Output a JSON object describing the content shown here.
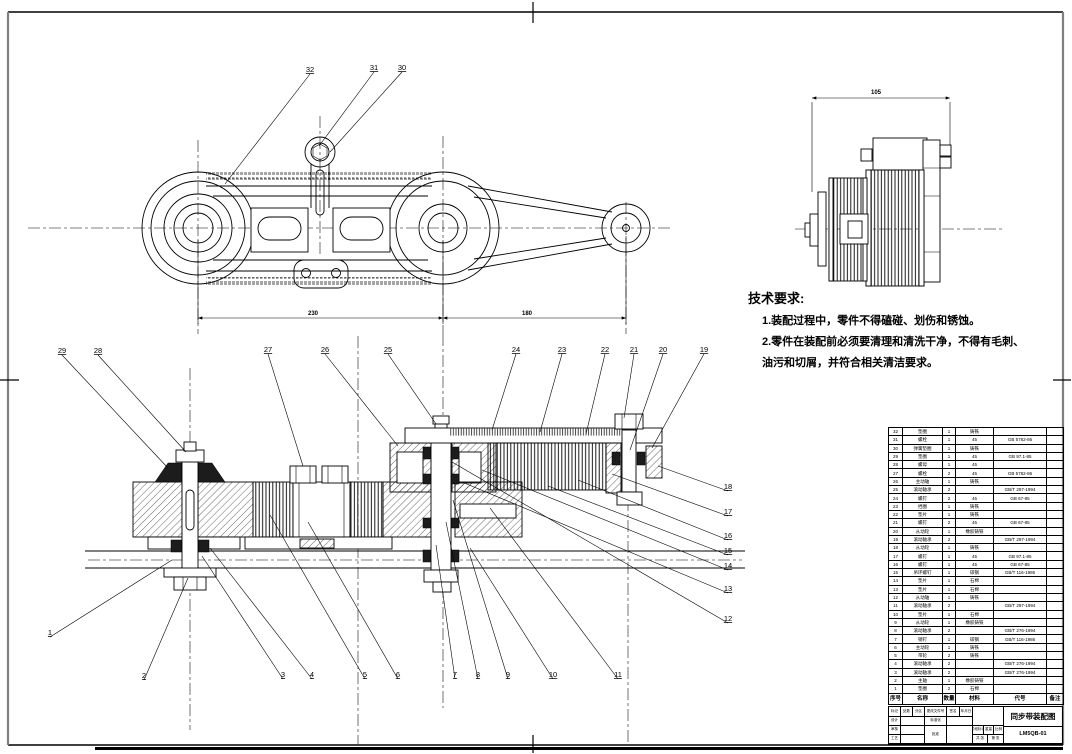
{
  "tech_requirements": {
    "heading": "技术要求:",
    "items": [
      "1.装配过程中，零件不得磕碰、划伤和锈蚀。",
      "2.零件在装配前必须要清理和清洗干净，不得有毛刺、",
      "油污和切屑，并符合相关清洁要求。"
    ]
  },
  "dimensions": {
    "top_left_span": "230",
    "top_right_span": "180",
    "side_width": "105"
  },
  "callouts": {
    "1": "1",
    "2": "2",
    "3": "3",
    "4": "4",
    "5": "5",
    "6": "6",
    "7": "7",
    "8": "8",
    "9": "9",
    "10": "10",
    "11": "11",
    "12": "12",
    "13": "13",
    "14": "14",
    "15": "15",
    "16": "16",
    "17": "17",
    "18": "18",
    "19": "19",
    "20": "20",
    "21": "21",
    "22": "22",
    "23": "23",
    "24": "24",
    "25": "25",
    "26": "26",
    "27": "27",
    "28": "28",
    "29": "29",
    "30": "30",
    "31": "31",
    "32": "32"
  },
  "bom": {
    "headers": [
      "序号",
      "名称",
      "数量",
      "材料",
      "代号",
      "备注"
    ],
    "rows": [
      [
        "32",
        "垫圈",
        "1",
        "铸铁",
        "",
        ""
      ],
      [
        "31",
        "螺栓",
        "1",
        "45",
        "GB 5782-86",
        ""
      ],
      [
        "30",
        "弹簧垫圈",
        "1",
        "铸铁",
        "",
        ""
      ],
      [
        "29",
        "垫圈",
        "1",
        "45",
        "GB 97.1-85",
        ""
      ],
      [
        "28",
        "螺母",
        "1",
        "45",
        "",
        ""
      ],
      [
        "27",
        "螺栓",
        "2",
        "45",
        "GB 5782-86",
        ""
      ],
      [
        "26",
        "主动轴",
        "1",
        "铸铁",
        "",
        ""
      ],
      [
        "25",
        "滚动轴承",
        "2",
        "",
        "GB/T 297-1994",
        ""
      ],
      [
        "24",
        "螺钉",
        "2",
        "45",
        "GB 67-85",
        ""
      ],
      [
        "23",
        "挡圈",
        "1",
        "铸铁",
        "",
        ""
      ],
      [
        "22",
        "垫片",
        "1",
        "铸铁",
        "",
        ""
      ],
      [
        "21",
        "螺钉",
        "2",
        "45",
        "GB 67-85",
        ""
      ],
      [
        "20",
        "从动轮",
        "1",
        "橡胶铸铁",
        "",
        ""
      ],
      [
        "19",
        "滚动轴承",
        "2",
        "",
        "GB/T 297-1994",
        ""
      ],
      [
        "18",
        "从动轮",
        "1",
        "铸铁",
        "",
        ""
      ],
      [
        "17",
        "螺钉",
        "1",
        "45",
        "GB 97.1-85",
        ""
      ],
      [
        "16",
        "螺钉",
        "1",
        "45",
        "GB 67-85",
        ""
      ],
      [
        "15",
        "吊环螺钉",
        "1",
        "碳钢",
        "GB/T 116-1986",
        ""
      ],
      [
        "14",
        "垫片",
        "1",
        "石棉",
        "",
        ""
      ],
      [
        "13",
        "垫片",
        "1",
        "石棉",
        "",
        ""
      ],
      [
        "12",
        "从动轴",
        "1",
        "铸铁",
        "",
        ""
      ],
      [
        "11",
        "滚动轴承",
        "2",
        "",
        "GB/T 297-1994",
        ""
      ],
      [
        "10",
        "垫片",
        "1",
        "石棉",
        "",
        ""
      ],
      [
        "9",
        "从动轮",
        "1",
        "橡胶铸铁",
        "",
        ""
      ],
      [
        "8",
        "滚动轴承",
        "2",
        "",
        "GB/T 276-1994",
        ""
      ],
      [
        "7",
        "销钉",
        "1",
        "碳钢",
        "GB/T 116-1986",
        ""
      ],
      [
        "6",
        "主动轮",
        "1",
        "铸铁",
        "",
        ""
      ],
      [
        "5",
        "带轮",
        "2",
        "铸铁",
        "",
        ""
      ],
      [
        "4",
        "滚动轴承",
        "2",
        "",
        "GB/T 276-1994",
        ""
      ],
      [
        "3",
        "滚动轴承",
        "2",
        "",
        "GB/T 276-1994",
        ""
      ],
      [
        "2",
        "主轴",
        "1",
        "橡胶铸铁",
        "",
        ""
      ],
      [
        "1",
        "垫圈",
        "2",
        "石棉",
        "",
        ""
      ]
    ]
  },
  "title_block": {
    "title": "同步带装配图",
    "drawing_no": "LM5QB-01",
    "row1": [
      "标记",
      "处数",
      "分区",
      "更改文件号",
      "签名",
      "年月日"
    ],
    "col_labels": [
      "设计",
      "审核",
      "工艺"
    ],
    "extra": [
      "标准化",
      "批准"
    ],
    "stage": [
      "阶段标记",
      "重量",
      "比例"
    ],
    "sheet": [
      "共 张",
      "第 张"
    ]
  }
}
